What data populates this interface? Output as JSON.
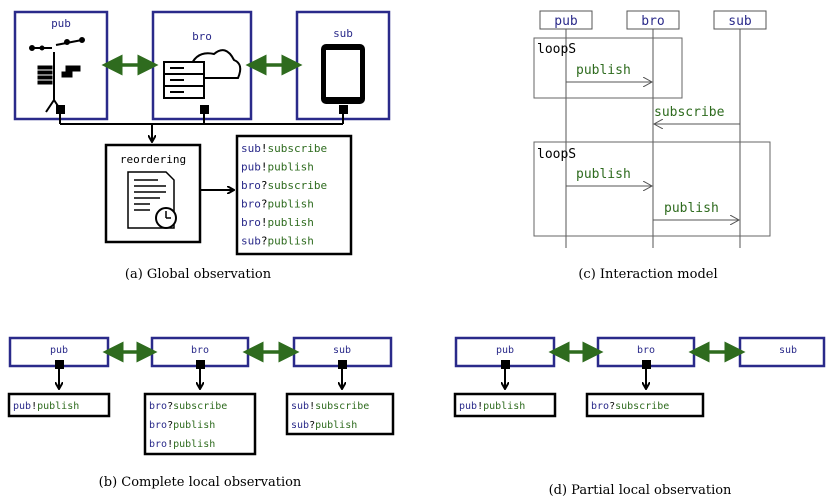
{
  "colors": {
    "blue": "#2a2a8a",
    "green": "#2e6b1e",
    "black": "#000000",
    "gray": "#777777"
  },
  "panel_a": {
    "caption": "(a) Global observation",
    "nodes": {
      "pub": "pub",
      "bro": "bro",
      "sub": "sub"
    },
    "reorder_label": "reordering",
    "log": [
      {
        "actor": "sub",
        "sep": "!",
        "action": "subscribe"
      },
      {
        "actor": "pub",
        "sep": "!",
        "action": "publish"
      },
      {
        "actor": "bro",
        "sep": "?",
        "action": "subscribe"
      },
      {
        "actor": "bro",
        "sep": "?",
        "action": "publish"
      },
      {
        "actor": "bro",
        "sep": "!",
        "action": "publish"
      },
      {
        "actor": "sub",
        "sep": "?",
        "action": "publish"
      }
    ]
  },
  "panel_b": {
    "caption": "(b) Complete local observation",
    "nodes": {
      "pub": "pub",
      "bro": "bro",
      "sub": "sub"
    },
    "pub_log": [
      {
        "actor": "pub",
        "sep": "!",
        "action": "publish"
      }
    ],
    "bro_log": [
      {
        "actor": "bro",
        "sep": "?",
        "action": "subscribe"
      },
      {
        "actor": "bro",
        "sep": "?",
        "action": "publish"
      },
      {
        "actor": "bro",
        "sep": "!",
        "action": "publish"
      }
    ],
    "sub_log": [
      {
        "actor": "sub",
        "sep": "!",
        "action": "subscribe"
      },
      {
        "actor": "sub",
        "sep": "?",
        "action": "publish"
      }
    ]
  },
  "panel_c": {
    "caption": "(c) Interaction model",
    "lifelines": [
      "pub",
      "bro",
      "sub"
    ],
    "loop1": "loopS",
    "loop2": "loopS",
    "msg1": "publish",
    "msg2": "subscribe",
    "msg3": "publish",
    "msg4": "publish"
  },
  "panel_d": {
    "caption": "(d) Partial local observation",
    "nodes": {
      "pub": "pub",
      "bro": "bro",
      "sub": "sub"
    },
    "pub_log": [
      {
        "actor": "pub",
        "sep": "!",
        "action": "publish"
      }
    ],
    "bro_log": [
      {
        "actor": "bro",
        "sep": "?",
        "action": "subscribe"
      }
    ]
  }
}
